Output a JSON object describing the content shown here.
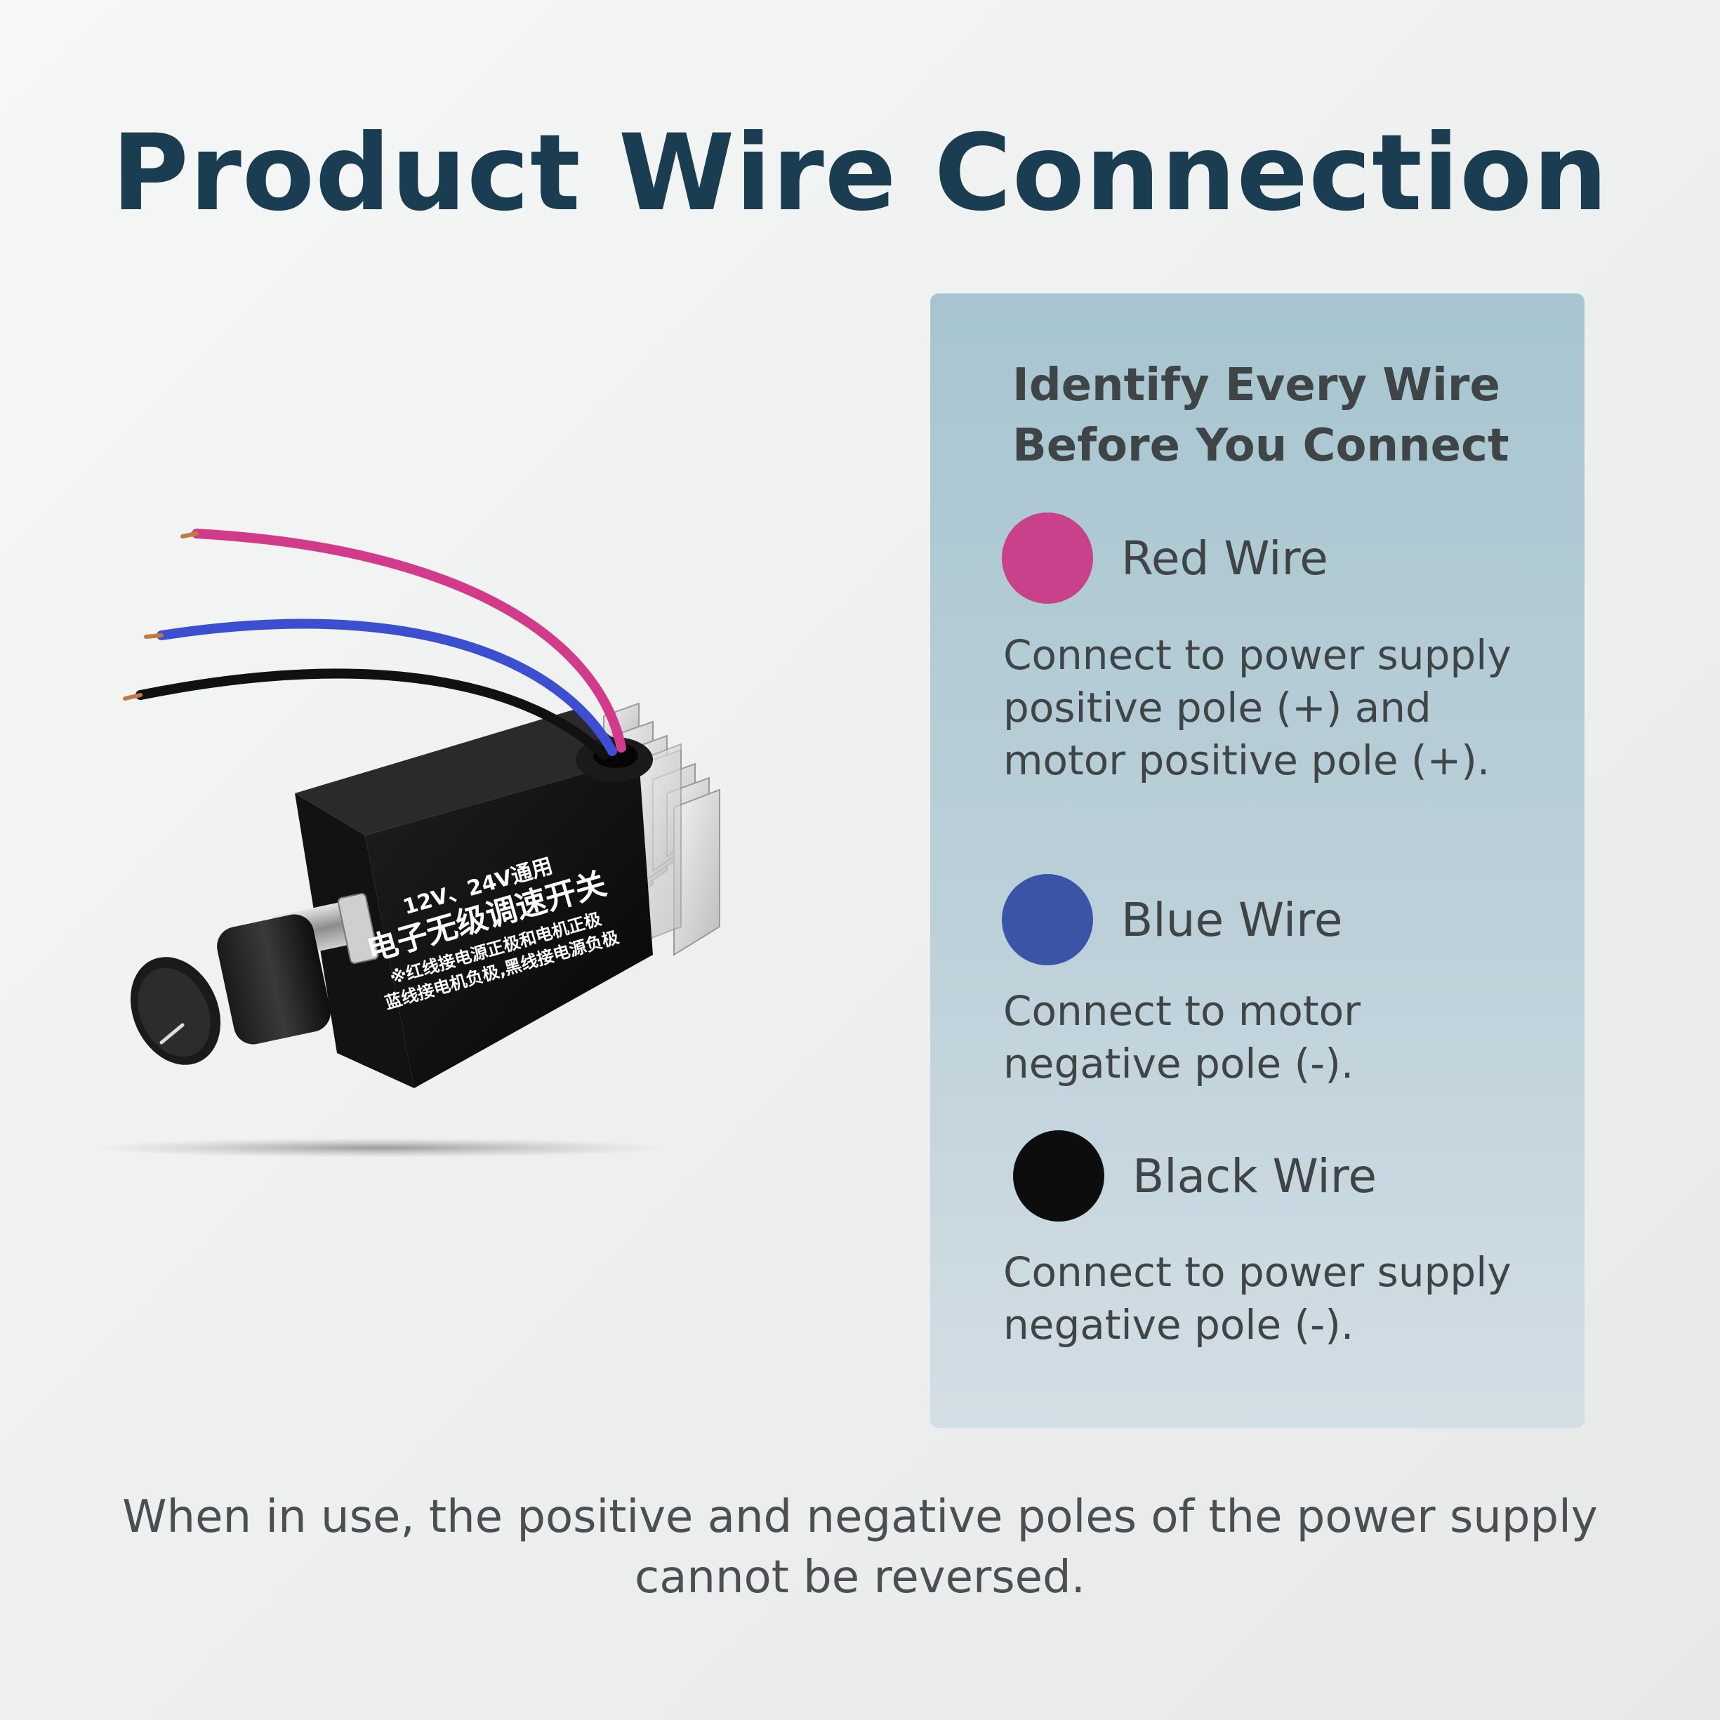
{
  "title": "Product Wire Connection",
  "panel": {
    "heading": "Identify Every Wire Before You Connect",
    "wires": [
      {
        "name": "Red Wire",
        "color": "#c8418a",
        "description": "Connect to power supply positive pole (+) and motor positive pole (+)."
      },
      {
        "name": "Blue Wire",
        "color": "#3a55a6",
        "description": "Connect to motor negative pole (-)."
      },
      {
        "name": "Black Wire",
        "color": "#0d0d0d",
        "description": "Connect to power supply negative pole (-)."
      }
    ]
  },
  "product": {
    "label_voltage": "12V、24V通用",
    "label_name": "电子无级调速开关",
    "label_note_1": "※红线接电源正极和电机正极",
    "label_note_2": "蓝线接电机负极,黑线接电源负极",
    "wire_colors": {
      "red": "#d23a8a",
      "blue": "#3c4fd0",
      "black": "#111111"
    }
  },
  "footer": "When in use, the positive and negative poles of the power supply cannot be reversed."
}
